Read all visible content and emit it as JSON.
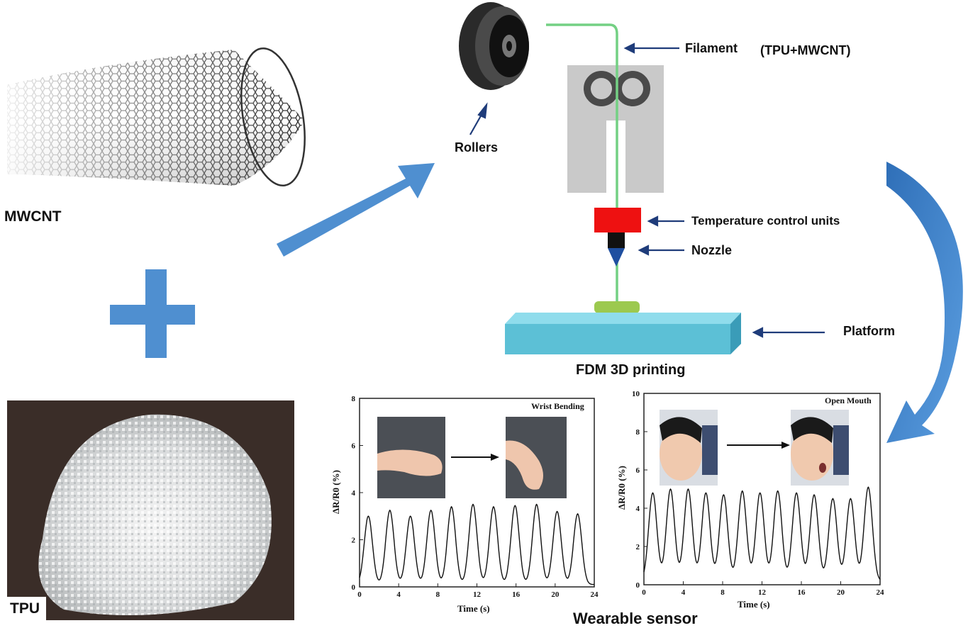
{
  "labels": {
    "mwcnt": "MWCNT",
    "tpu": "TPU",
    "rollers": "Rollers",
    "filament": "Filament",
    "filament_material": "(TPU+MWCNT)",
    "temperature_units": "Temperature control units",
    "nozzle": "Nozzle",
    "platform": "Platform",
    "fdm_title": "FDM 3D printing",
    "wearable_title": "Wearable sensor"
  },
  "colors": {
    "arrow_blue": "#4f8fd0",
    "label_arrow": "#1f3c7a",
    "filament_green": "#74d084",
    "heater_red": "#ee1111",
    "platform_cyan": "#5cc0d6",
    "printhead_gray": "#c9c9c9"
  },
  "chart_data": [
    {
      "type": "line",
      "title": "Wrist Bending",
      "xlabel": "Time (s)",
      "ylabel": "ΔR/R0 (%)",
      "xlim": [
        0,
        24
      ],
      "ylim": [
        0,
        8
      ],
      "xticks": [
        0,
        4,
        8,
        12,
        16,
        20,
        24
      ],
      "yticks": [
        0,
        2,
        4,
        6,
        8
      ],
      "peak_times": [
        0.9,
        3.1,
        5.2,
        7.3,
        9.4,
        11.6,
        13.7,
        15.9,
        18.1,
        20.2,
        22.3
      ],
      "peak_values": [
        3.0,
        3.25,
        3.0,
        3.25,
        3.4,
        3.5,
        3.4,
        3.45,
        3.5,
        3.2,
        3.1
      ],
      "baseline": 0.1,
      "photos": [
        "wrist-straight-photo",
        "wrist-bent-photo"
      ]
    },
    {
      "type": "line",
      "title": "Open Mouth",
      "xlabel": "Time (s)",
      "ylabel": "ΔR/R0 (%)",
      "xlim": [
        0,
        24
      ],
      "ylim": [
        0,
        10
      ],
      "xticks": [
        0,
        4,
        8,
        12,
        16,
        20,
        24
      ],
      "yticks": [
        0,
        2,
        4,
        6,
        8,
        10
      ],
      "peak_times": [
        0.9,
        2.7,
        4.5,
        6.3,
        8.1,
        10.0,
        11.8,
        13.6,
        15.5,
        17.3,
        19.2,
        21.0,
        22.8
      ],
      "peak_values": [
        4.8,
        5.0,
        5.0,
        4.8,
        4.7,
        4.9,
        4.8,
        4.9,
        4.8,
        4.7,
        4.5,
        4.5,
        5.1
      ],
      "baseline": 0.2,
      "photos": [
        "face-closed-mouth-photo",
        "face-open-mouth-photo"
      ]
    }
  ]
}
